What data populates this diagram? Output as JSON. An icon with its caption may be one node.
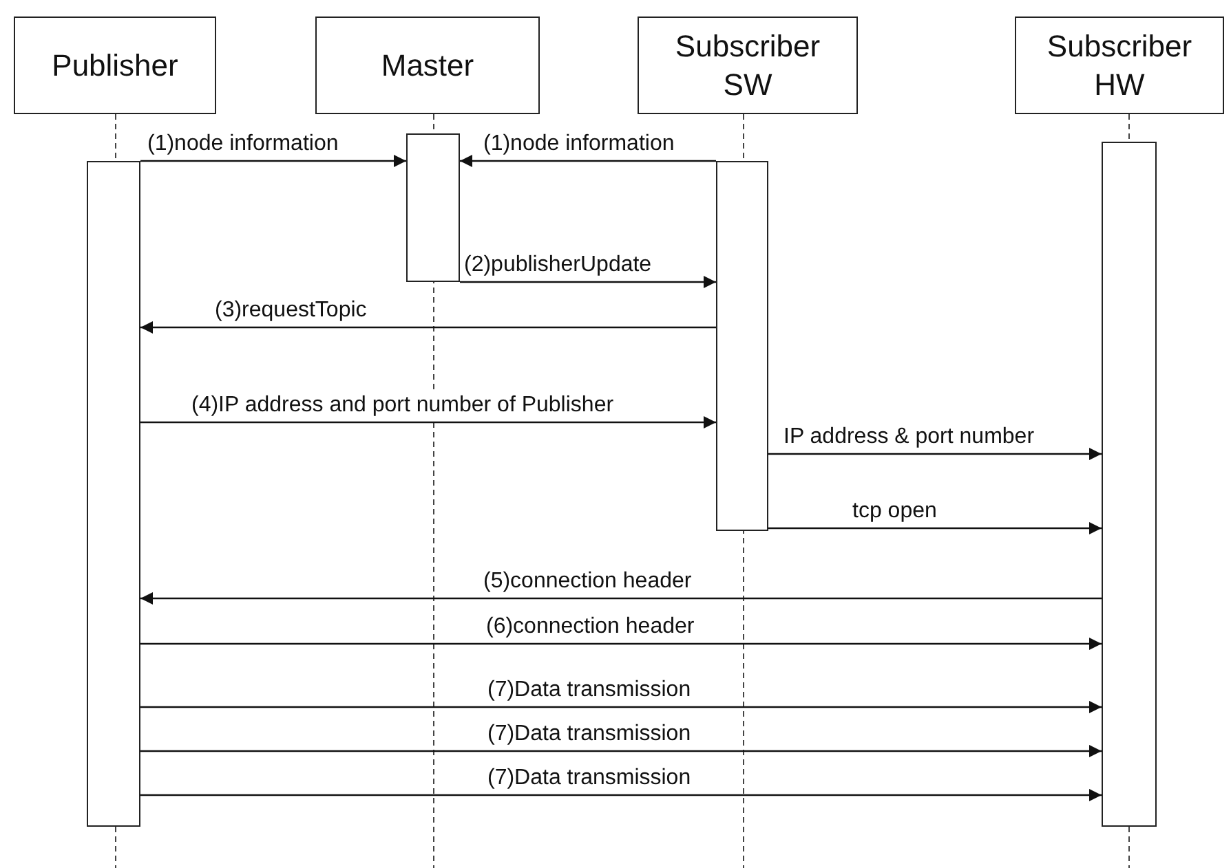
{
  "diagram": {
    "nodes": [
      {
        "text": [
          "Publisher"
        ]
      },
      {
        "text": [
          "Master"
        ]
      },
      {
        "text": [
          "Subscriber SW"
        ]
      },
      {
        "text": [
          "Subscriber HW"
        ]
      },
      {
        "text": [],
        "shape": "bar"
      },
      {
        "text": [],
        "shape": "bar"
      },
      {
        "text": [],
        "shape": "bar"
      },
      {
        "text": [],
        "shape": "bar"
      }
    ],
    "edges": [
      {
        "from": 4,
        "to": 5,
        "arrow": "to",
        "label": "(1)node information"
      },
      {
        "from": 6,
        "to": 5,
        "arrow": "to",
        "label": "(1)node information"
      },
      {
        "from": 5,
        "to": 6,
        "arrow": "to",
        "label": "(2)publisherUpdate"
      },
      {
        "from": 6,
        "to": 4,
        "arrow": "to",
        "label": "(3)requestTopic"
      },
      {
        "from": 4,
        "to": 6,
        "arrow": "to",
        "label": "(4)IP address and port number of Publisher"
      },
      {
        "from": 6,
        "to": 7,
        "arrow": "to",
        "label": "IP address & port number"
      },
      {
        "from": 6,
        "to": 7,
        "arrow": "to",
        "label": "tcp open"
      },
      {
        "from": 7,
        "to": 4,
        "arrow": "to",
        "label": "(5)connection header"
      },
      {
        "from": 4,
        "to": 7,
        "arrow": "to",
        "label": "(6)connection header"
      },
      {
        "from": 4,
        "to": 7,
        "arrow": "to",
        "label": "(7)Data transmission"
      },
      {
        "from": 4,
        "to": 7,
        "arrow": "to",
        "label": "(7)Data transmission"
      },
      {
        "from": 4,
        "to": 7,
        "arrow": "to",
        "label": "(7)Data transmission"
      }
    ]
  }
}
